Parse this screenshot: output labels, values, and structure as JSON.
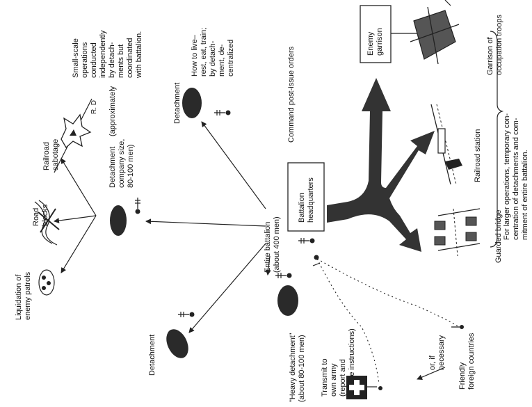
{
  "labels": {
    "liquidation": [
      "Liquidation of",
      "enemy patrols"
    ],
    "road_blocks": [
      "Road",
      "blocks"
    ],
    "railroad_sabotage": [
      "Railroad",
      "sabotage"
    ],
    "small_scale": [
      "Small-scale",
      "operations",
      "conducted",
      "independently",
      "by detach-",
      "ments but",
      "coordinated",
      "with battalion."
    ],
    "detachment_top": "Detachment",
    "detachment_company": [
      "Detachment",
      "(approximately",
      "company size,",
      "80-100 men)"
    ],
    "how_to_live": [
      "How to live–",
      "rest, eat, train;",
      "by detach-",
      "ment, de-",
      "centralized"
    ],
    "entire_battalion": [
      "Entire battalion",
      "(about 400 men)"
    ],
    "battalion_hq": [
      "Battalion",
      "headquarters"
    ],
    "command_post": "Command post-issue orders",
    "detachment_left": "Detachment",
    "heavy_detachment": [
      "\"Heavy detachment\"",
      "(about 80-100 men)"
    ],
    "transmit": [
      "Transmit to",
      "own army",
      "(report and",
      "receive instructions)"
    ],
    "or_if_necessary": [
      "or, if",
      "necessary"
    ],
    "friendly_foreign": [
      "Friendly",
      "foreign countries"
    ],
    "enemy_garrison": [
      "Enemy",
      "garrison"
    ],
    "garrison_occupation": [
      "Garrison of",
      "occupation troops"
    ],
    "railroad_station": "Railroad station",
    "guarded_bridge": "Guarded bridge",
    "larger_ops": [
      "For larger operations, temporary con-",
      "centration of detachments and com-",
      "mitment of entire battalion."
    ],
    "rd_mark": "R. D"
  },
  "icons": {
    "blob": "troop-unit-blob",
    "soldier": "soldier-icon",
    "explosion": "explosion-icon",
    "flag": "swiss-cross-flag-icon",
    "tree": "tree-icon"
  }
}
